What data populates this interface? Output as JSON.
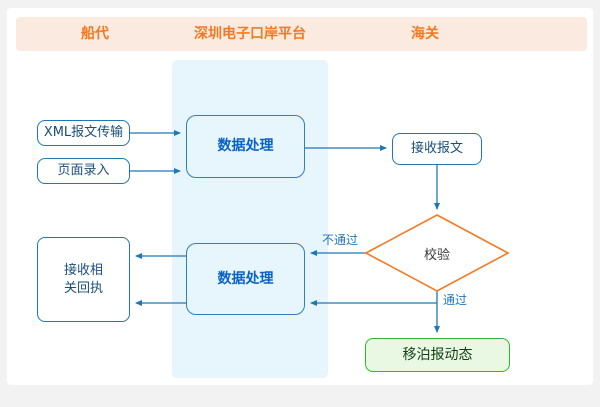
{
  "page": {
    "background_color": "#f2f2f2",
    "card_color": "#ffffff"
  },
  "header": {
    "background_color": "#fbeae0",
    "text_color": "#f47920",
    "lanes": [
      {
        "label": "船代"
      },
      {
        "label": "深圳电子口岸平台"
      },
      {
        "label": "海关"
      }
    ]
  },
  "lane_band": {
    "color": "#e7f5fd"
  },
  "colors": {
    "blue_stroke": "#1f77b4",
    "process_stroke": "#2b82c0",
    "process_text": "#0b63c5",
    "decision_stroke": "#f47920",
    "green_stroke": "#2eb82e",
    "green_fill": "#e8f8e3"
  },
  "nodes": {
    "xml_transfer": {
      "label": "XML报文传输",
      "shape": "rounded-rect"
    },
    "page_entry": {
      "label": "页面录入",
      "shape": "rounded-rect"
    },
    "process_top": {
      "label": "数据处理",
      "shape": "rounded-rect"
    },
    "receive_message": {
      "label": "接收报文",
      "shape": "rounded-rect"
    },
    "verify": {
      "label": "校验",
      "shape": "diamond"
    },
    "process_bottom": {
      "label": "数据处理",
      "shape": "rounded-rect"
    },
    "receive_receipt": {
      "label": "接收相\n关回执",
      "shape": "rounded-rect"
    },
    "berth_dynamic": {
      "label": "移泊报动态",
      "shape": "rounded-rect"
    }
  },
  "edge_labels": {
    "fail": "不通过",
    "pass": "通过"
  }
}
